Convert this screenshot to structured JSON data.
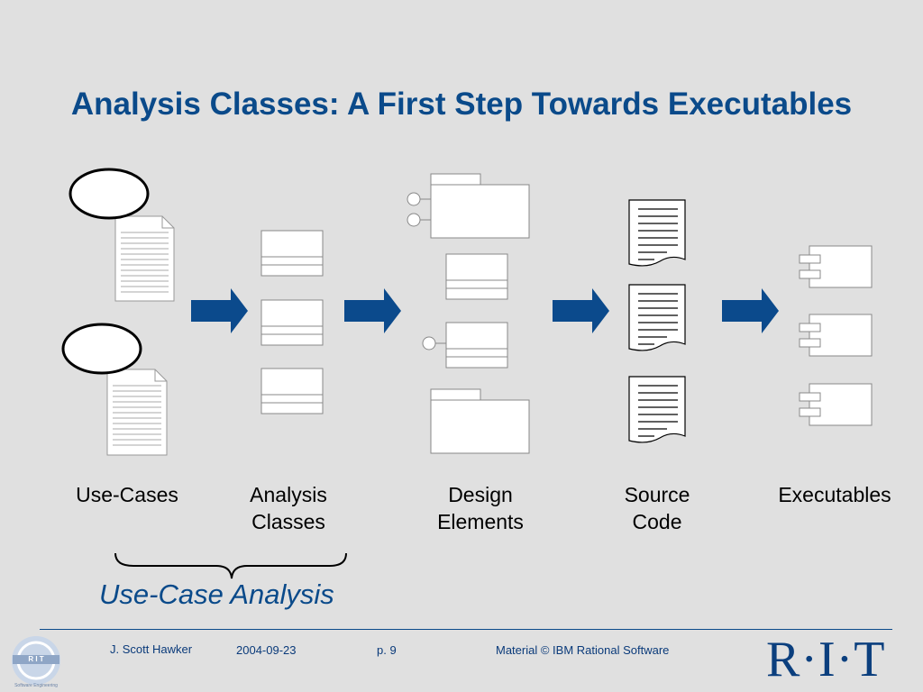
{
  "title": "Analysis Classes: A First Step Towards Executables",
  "labels": {
    "use_cases": "Use-Cases",
    "analysis_classes": "Analysis\nClasses",
    "design_elements": "Design\nElements",
    "source_code": "Source\nCode",
    "executables": "Executables"
  },
  "brace_label": "Use-Case Analysis",
  "footer": {
    "author": "J. Scott Hawker",
    "date": "2004-09-23",
    "page": "p. 9",
    "copyright": "Material © IBM Rational Software"
  },
  "logo": {
    "rit": "R·I·T",
    "seal_text": "R I T",
    "seal_caption": "Software Engineering"
  },
  "colors": {
    "background": "#e0e0e0",
    "accent": "#0a4a8a",
    "arrow": "#0b4a8c"
  },
  "icons": [
    "use-case-ellipse-icon",
    "document-icon",
    "class-box-icon",
    "package-icon",
    "interface-lollipop-icon",
    "source-file-icon",
    "component-icon",
    "right-arrow-icon",
    "brace-icon"
  ]
}
